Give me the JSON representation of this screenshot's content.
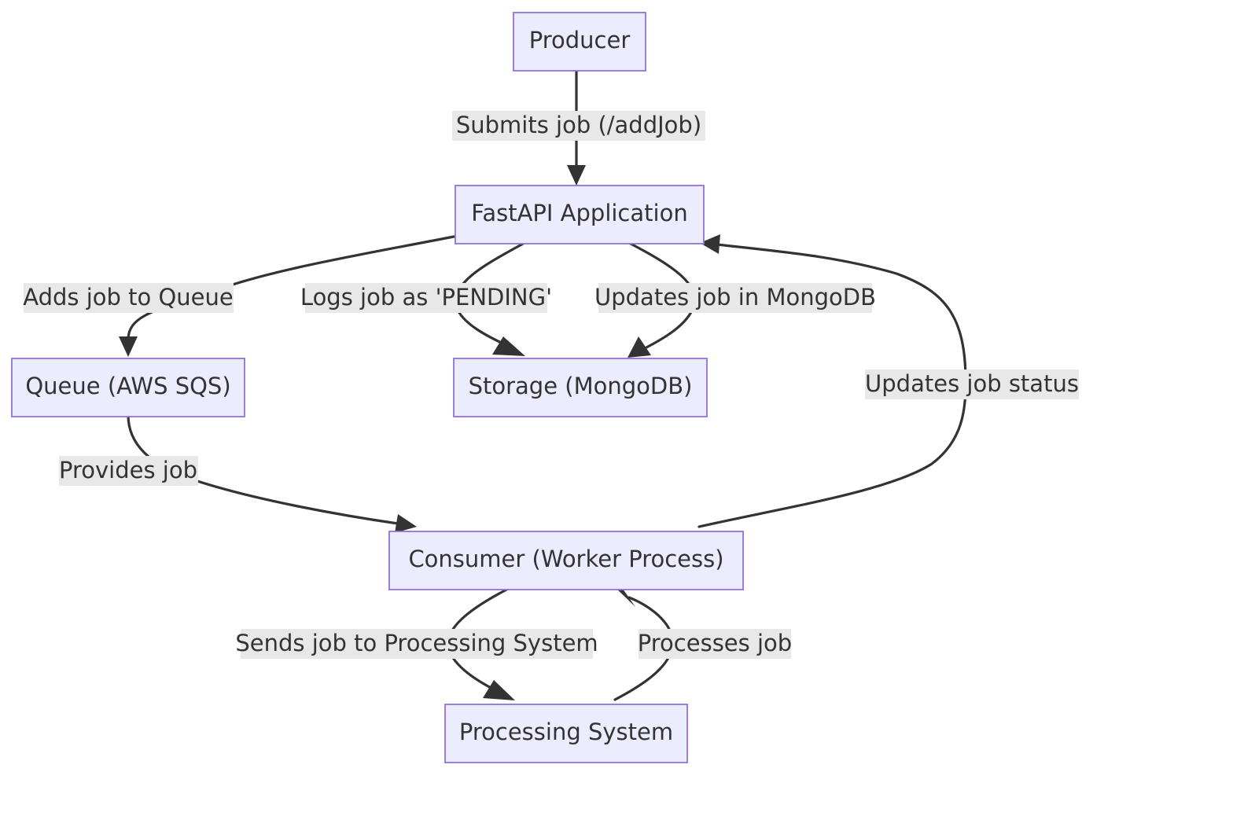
{
  "nodes": {
    "producer": "Producer",
    "fastapi": "FastAPI Application",
    "queue": "Queue (AWS SQS)",
    "storage": "Storage (MongoDB)",
    "consumer": "Consumer (Worker Process)",
    "processing": "Processing System"
  },
  "edges": {
    "submits": "Submits job (/addJob)",
    "adds_to_queue": "Adds job to Queue",
    "logs_pending": "Logs job as 'PENDING'",
    "updates_mongo": "Updates job in MongoDB",
    "updates_status": "Updates job status",
    "provides": "Provides job",
    "sends": "Sends job to Processing System",
    "processes": "Processes job"
  }
}
